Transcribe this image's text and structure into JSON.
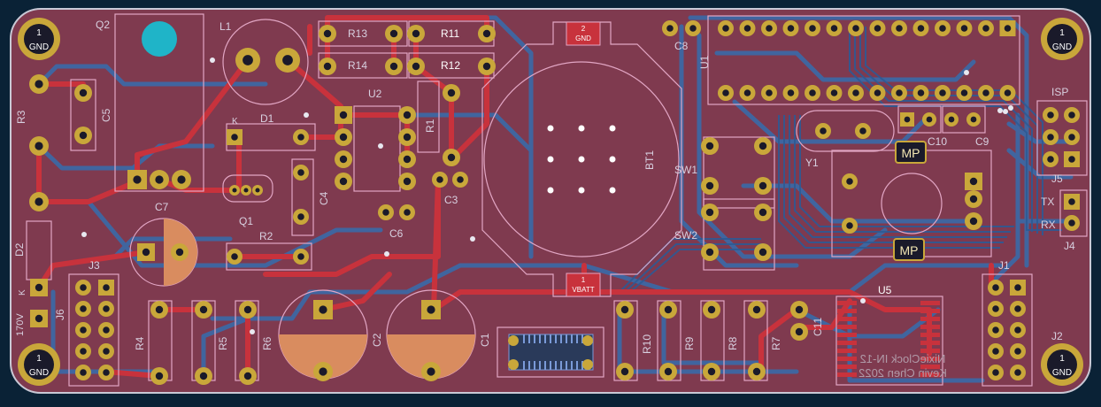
{
  "colors": {
    "background": "#0a2236",
    "board": "#7f3a4f",
    "edge": "#c9c9d6",
    "trace_front": "#c8323c",
    "trace_back": "#3a6aa8",
    "silk": "#e2a6c4",
    "pad": "#c9a73a",
    "hole": "#1a1a2a",
    "cap_fill": "#d98c5f",
    "label": "#d8d0e0",
    "gnd_label": "#ffffff",
    "mp_bg": "#f2e6b2",
    "bt_pad": "#c8323c",
    "q2_dot": "#1fb4c8"
  },
  "ref_labels": {
    "q2": "Q2",
    "l1": "L1",
    "r13": "R13",
    "r11": "R11",
    "r14": "R14",
    "r12": "R12",
    "u2": "U2",
    "r1": "R1",
    "r3": "R3",
    "c5": "C5",
    "d1": "D1",
    "k": "K",
    "c4": "C4",
    "c7": "C7",
    "q1": "Q1",
    "r2": "R2",
    "c6": "C6",
    "c3": "C3",
    "bt1": "BT1",
    "c8": "C8",
    "u1": "U1",
    "isp": "ISP",
    "c10": "C10",
    "c9": "C9",
    "y1": "Y1",
    "sw1": "SW1",
    "sw2": "SW2",
    "j5": "J5",
    "tx": "TX",
    "rx": "RX",
    "j4": "J4",
    "d2": "D2",
    "j3": "J3",
    "j6": "J6",
    "k2": "K",
    "v170": "170V",
    "r4": "R4",
    "r5": "R5",
    "r6": "R6",
    "c2": "C2",
    "c1": "C1",
    "r10": "R10",
    "r9": "R9",
    "r8": "R8",
    "r7": "R7",
    "c11": "C11",
    "u5": "U5",
    "j1": "J1",
    "j2": "J2"
  },
  "corner_pads": [
    {
      "num": "1",
      "label": "GND"
    },
    {
      "num": "1",
      "label": "GND"
    },
    {
      "num": "1",
      "label": "GND"
    },
    {
      "num": "1",
      "label": "GND"
    }
  ],
  "battery_pads": {
    "top_num": "2",
    "top_label": "GND",
    "bottom_num": "1",
    "bottom_label": "VBATT"
  },
  "mp_labels": [
    "MP",
    "MP"
  ],
  "mirrored_text": {
    "line1": "NixieClock IN-12",
    "line2": "Kevin Chen 2022"
  }
}
